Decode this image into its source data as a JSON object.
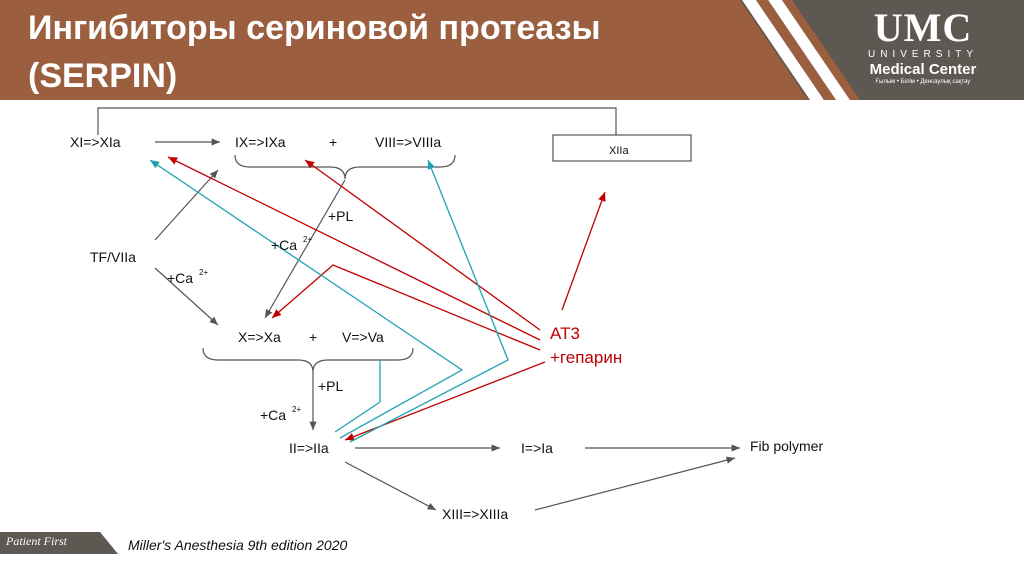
{
  "header": {
    "title_line1": "Ингибиторы сериновой протеазы",
    "title_line2": "(SERPIN)",
    "colors": {
      "brown": "#9b5e3f",
      "gray": "#5e5852"
    }
  },
  "logo": {
    "umc": "UMC",
    "university": "UNIVERSITY",
    "medical_center": "Medical Center",
    "tagline": "Ғылым • Білім • Денсаулық сақтау"
  },
  "diagram": {
    "xi": "XI=>XIa",
    "ix": "IX=>IXa",
    "plus1": "+",
    "viii": "VIII=>VIIIa",
    "xii": "XIIa",
    "pl1": "+PL",
    "ca1": "+Ca",
    "tf": "TF/VIIa",
    "ca2": "+Ca",
    "x": "X=>Xa",
    "plus2": "+",
    "v": "V=>Va",
    "pl2": "+PL",
    "ca3": "+Ca",
    "sup": "2+",
    "ii": "II=>IIa",
    "i": "I=>Ia",
    "fib": "Fib polymer",
    "xiii": "XIII=>XIIIa",
    "at3": "AT3",
    "heparin": "+гепарин",
    "colors": {
      "red": "#c00000",
      "teal": "#1fa3b0",
      "gray": "#555555"
    }
  },
  "footer": {
    "badge": "Patient First",
    "citation": "Miller's Anesthesia 9th edition 2020"
  }
}
